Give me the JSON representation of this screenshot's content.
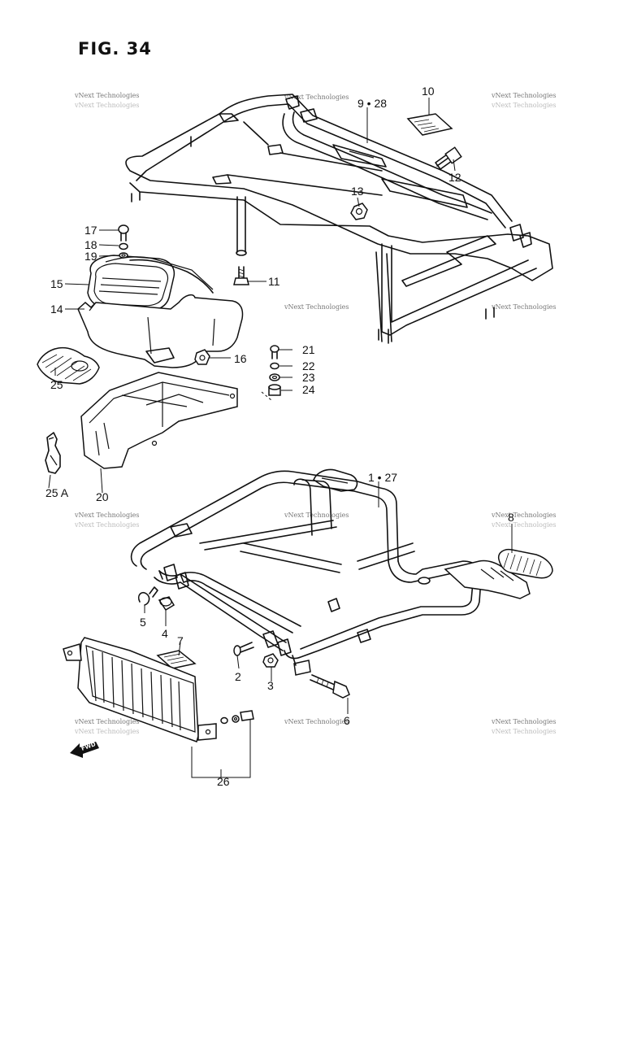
{
  "figure": {
    "title": "FIG. 34"
  },
  "watermark": {
    "text": "vNext Technologies"
  },
  "fwd_label": "FWD",
  "callouts": {
    "p1_27": "1 • 27",
    "p2": "2",
    "p3": "3",
    "p4": "4",
    "p5": "5",
    "p6": "6",
    "p7": "7",
    "p8": "8",
    "p9_28": "9 • 28",
    "p10": "10",
    "p11": "11",
    "p12": "12",
    "p13": "13",
    "p14": "14",
    "p15": "15",
    "p16": "16",
    "p17": "17",
    "p18": "18",
    "p19": "19",
    "p20": "20",
    "p21": "21",
    "p22": "22",
    "p23": "23",
    "p24": "24",
    "p25": "25",
    "p25a": "25 A",
    "p26": "26"
  }
}
